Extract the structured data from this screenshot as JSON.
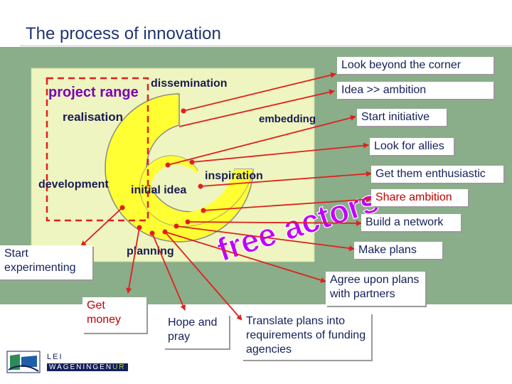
{
  "slide": {
    "title": "The process of innovation"
  },
  "diagram": {
    "phases": [
      "project range",
      "dissemination",
      "realisation",
      "embedding",
      "development",
      "inspiration",
      "initial idea",
      "planning"
    ],
    "central_label": "free actors"
  },
  "actions": [
    {
      "id": "look-beyond",
      "text": "Look beyond the corner",
      "color": "navy"
    },
    {
      "id": "idea-ambition",
      "text": "Idea >> ambition",
      "color": "navy"
    },
    {
      "id": "start-initiative",
      "text": "Start initiative",
      "color": "navy"
    },
    {
      "id": "look-allies",
      "text": "Look for allies",
      "color": "navy"
    },
    {
      "id": "enthusiastic",
      "text": "Get them enthusiastic",
      "color": "navy"
    },
    {
      "id": "share-ambition",
      "text": "Share ambition",
      "color": "red"
    },
    {
      "id": "build-network",
      "text": "Build a network",
      "color": "navy"
    },
    {
      "id": "make-plans",
      "text": "Make plans",
      "color": "navy"
    },
    {
      "id": "agree-plans",
      "text": "Agree upon plans with partners",
      "color": "navy"
    },
    {
      "id": "translate-plans",
      "text": "Translate plans into requirements of funding agencies",
      "color": "navy"
    },
    {
      "id": "hope-pray",
      "text": "Hope and pray",
      "color": "navy"
    },
    {
      "id": "get-money",
      "text": "Get money",
      "color": "red"
    },
    {
      "id": "start-experimenting",
      "text": "Start experimenting",
      "color": "navy"
    }
  ],
  "colors": {
    "panel": "#8aad8a",
    "inner": "#eef5c0",
    "ring": "#ffff33",
    "arrow": "#e02020",
    "dashed": "#e02020",
    "title": "#1f3470",
    "free_actors": "#c000ff"
  },
  "logo": {
    "line1": "LEI",
    "line2": "WAGENINGEN",
    "suffix": "UR"
  }
}
